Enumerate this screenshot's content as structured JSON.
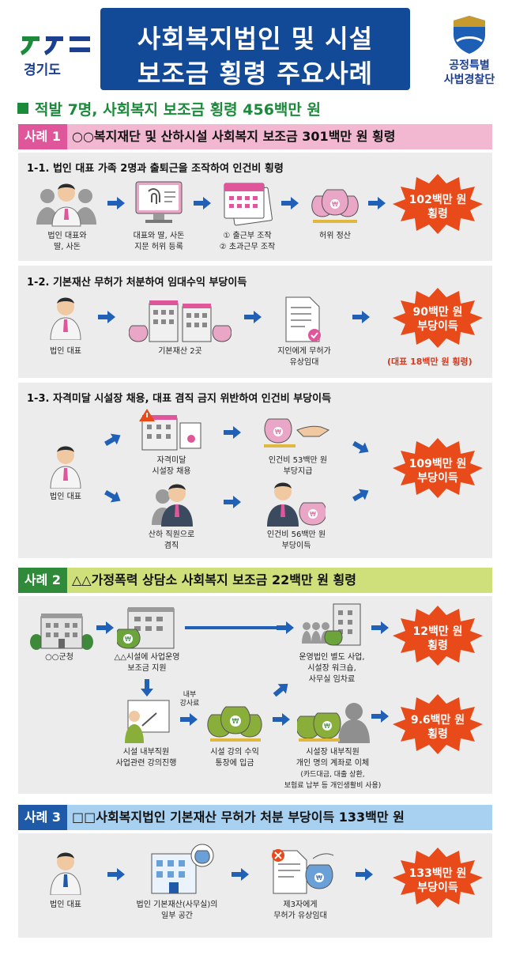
{
  "header": {
    "logo_text": "경기도",
    "title_line1": "사회복지법인 및 시설",
    "title_line2": "보조금 횡령 주요사례",
    "police_logo_line1": "공정특별",
    "police_logo_line2": "사법경찰단"
  },
  "summary": "적발 7명, 사회복지 보조금 횡령 456백만 원",
  "colors": {
    "case1": "#e0569a",
    "case1_bg": "#f2b8d1",
    "case2": "#2f8a3a",
    "case2_bg": "#cfe07a",
    "case3": "#1e5aa8",
    "case3_bg": "#a8d0f0",
    "accent_blue": "#124a98",
    "burst": "#e84a1a"
  },
  "case1": {
    "tag": "사례 1",
    "title": "○○복지재단 및 산하시설 사회복지 보조금 301백만 원 횡령",
    "sub1": {
      "title": "1-1. 법인 대표 가족 2명과 출퇴근을 조작하여 인건비 횡령",
      "steps": [
        {
          "icon": "person-group-icon",
          "line1": "법인 대표와",
          "line2": "딸, 사돈"
        },
        {
          "icon": "fingerprint-monitor-icon",
          "line1": "대표와 딸, 사돈",
          "line2": "지문 허위 등록"
        },
        {
          "icon": "calendar-icon",
          "line1": "① 출근부 조작",
          "line2": "② 초과근무 조작"
        },
        {
          "icon": "money-bags-icon",
          "line1": "허위 정산",
          "line2": ""
        }
      ],
      "result_line1": "102백만 원",
      "result_line2": "횡령"
    },
    "sub2": {
      "title": "1-2. 기본재산 무허가 처분하여 임대수익 부당이득",
      "steps": [
        {
          "icon": "person-icon",
          "line1": "법인 대표",
          "line2": ""
        },
        {
          "icon": "buildings-icon",
          "line1": "기본재산 2곳",
          "line2": ""
        },
        {
          "icon": "document-icon",
          "line1": "지인에게 무허가",
          "line2": "유상임대"
        }
      ],
      "result_line1": "90백만 원",
      "result_line2": "부당이득",
      "note": "(대표 18백만 원 횡령)"
    },
    "sub3": {
      "title": "1-3. 자격미달 시설장 채용, 대표 겸직 금지 위반하여 인건비 부당이득",
      "steps": [
        {
          "icon": "person-icon",
          "line1": "법인 대표",
          "line2": ""
        },
        {
          "icon": "building-warning-icon",
          "line1": "자격미달",
          "line2": "시설장 채용"
        },
        {
          "icon": "hand-money-icon",
          "line1": "인건비 53백만 원",
          "line2": "부당지급"
        },
        {
          "icon": "employee-icon",
          "line1": "산하 직원으로",
          "line2": "겸직"
        },
        {
          "icon": "person-money-icon",
          "line1": "인건비 56백만 원",
          "line2": "부당이득"
        }
      ],
      "result_line1": "109백만 원",
      "result_line2": "부당이득"
    }
  },
  "case2": {
    "tag": "사례 2",
    "title": "△△가정폭력 상담소 사회복지 보조금 22백만 원 횡령",
    "steps": [
      {
        "icon": "government-building-icon",
        "line1": "○○군청",
        "line2": "",
        "line3": ""
      },
      {
        "icon": "building-money-icon",
        "line1": "△△시설에 사업운영",
        "line2": "보조금 지원",
        "line3": ""
      },
      {
        "icon": "group-building-icon",
        "line1": "운영법인 별도 사업,",
        "line2": "시설장 워크숍,",
        "line3": "사무실 임차료"
      },
      {
        "icon": "lecture-icon",
        "line1": "시설 내부직원",
        "line2": "사업관련 강의진행",
        "line3": ""
      },
      {
        "icon": "money-bags-icon",
        "line1": "시설 강의 수익",
        "line2": "통장에 입금",
        "line3": ""
      },
      {
        "icon": "person-money-icon",
        "line1": "시설장 내부직원",
        "line2": "개인 명의 계좌로 이체",
        "line3": "(카드대금, 대출 상환,"
      },
      {
        "line4": "보험료 납부 등 개인생활비 사용)"
      }
    ],
    "arrow_label_1": "내부",
    "arrow_label_2": "강사료",
    "result1_line1": "12백만 원",
    "result1_line2": "횡령",
    "result2_line1": "9.6백만 원",
    "result2_line2": "횡령"
  },
  "case3": {
    "tag": "사례 3",
    "title": "□□사회복지법인 기본재산 무허가 처분 부당이득 133백만 원",
    "steps": [
      {
        "icon": "person-icon",
        "line1": "법인 대표",
        "line2": ""
      },
      {
        "icon": "office-building-icon",
        "line1": "법인 기본재산(사무실)의",
        "line2": "일부 공간"
      },
      {
        "icon": "document-money-icon",
        "line1": "제3자에게",
        "line2": "무허가 유상임대"
      }
    ],
    "result_line1": "133백만 원",
    "result_line2": "부당이득"
  }
}
